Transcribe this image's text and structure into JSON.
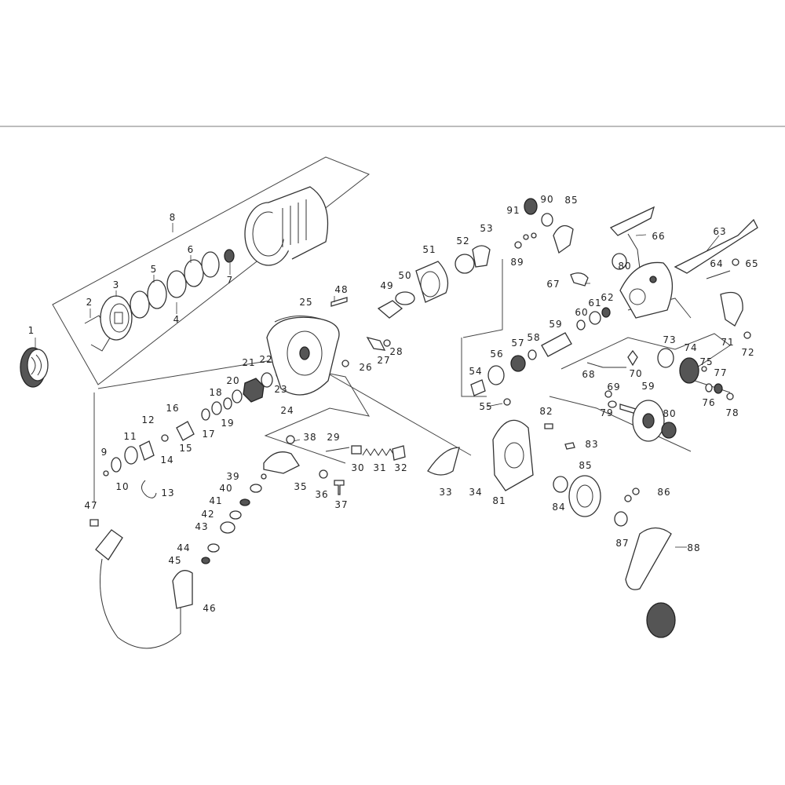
{
  "colors": {
    "background": "#ffffff",
    "ink": "#222222",
    "separator": "#bdbdbd"
  },
  "callouts": [
    {
      "n": "1"
    },
    {
      "n": "2"
    },
    {
      "n": "3"
    },
    {
      "n": "4"
    },
    {
      "n": "5"
    },
    {
      "n": "6"
    },
    {
      "n": "7"
    },
    {
      "n": "8"
    },
    {
      "n": "9"
    },
    {
      "n": "10"
    },
    {
      "n": "11"
    },
    {
      "n": "12"
    },
    {
      "n": "13"
    },
    {
      "n": "14"
    },
    {
      "n": "15"
    },
    {
      "n": "16"
    },
    {
      "n": "17"
    },
    {
      "n": "18"
    },
    {
      "n": "19"
    },
    {
      "n": "20"
    },
    {
      "n": "21"
    },
    {
      "n": "22"
    },
    {
      "n": "23"
    },
    {
      "n": "24"
    },
    {
      "n": "25"
    },
    {
      "n": "26"
    },
    {
      "n": "27"
    },
    {
      "n": "28"
    },
    {
      "n": "29"
    },
    {
      "n": "30"
    },
    {
      "n": "31"
    },
    {
      "n": "32"
    },
    {
      "n": "33"
    },
    {
      "n": "34"
    },
    {
      "n": "35"
    },
    {
      "n": "36"
    },
    {
      "n": "37"
    },
    {
      "n": "38"
    },
    {
      "n": "39"
    },
    {
      "n": "40"
    },
    {
      "n": "41"
    },
    {
      "n": "42"
    },
    {
      "n": "43"
    },
    {
      "n": "44"
    },
    {
      "n": "45"
    },
    {
      "n": "46"
    },
    {
      "n": "47"
    },
    {
      "n": "48"
    },
    {
      "n": "49"
    },
    {
      "n": "50"
    },
    {
      "n": "51"
    },
    {
      "n": "52"
    },
    {
      "n": "53"
    },
    {
      "n": "54"
    },
    {
      "n": "55"
    },
    {
      "n": "56"
    },
    {
      "n": "57"
    },
    {
      "n": "58"
    },
    {
      "n": "59"
    },
    {
      "n": "60"
    },
    {
      "n": "61"
    },
    {
      "n": "62"
    },
    {
      "n": "63"
    },
    {
      "n": "64"
    },
    {
      "n": "65"
    },
    {
      "n": "66"
    },
    {
      "n": "67"
    },
    {
      "n": "68"
    },
    {
      "n": "69"
    },
    {
      "n": "70"
    },
    {
      "n": "71"
    },
    {
      "n": "72"
    },
    {
      "n": "73"
    },
    {
      "n": "74"
    },
    {
      "n": "75"
    },
    {
      "n": "76"
    },
    {
      "n": "77"
    },
    {
      "n": "78"
    },
    {
      "n": "79"
    },
    {
      "n": "59"
    },
    {
      "n": "80"
    },
    {
      "n": "80"
    },
    {
      "n": "81"
    },
    {
      "n": "82"
    },
    {
      "n": "83"
    },
    {
      "n": "84"
    },
    {
      "n": "85"
    },
    {
      "n": "85"
    },
    {
      "n": "86"
    },
    {
      "n": "87"
    },
    {
      "n": "88"
    },
    {
      "n": "89"
    },
    {
      "n": "90"
    },
    {
      "n": "91"
    }
  ]
}
